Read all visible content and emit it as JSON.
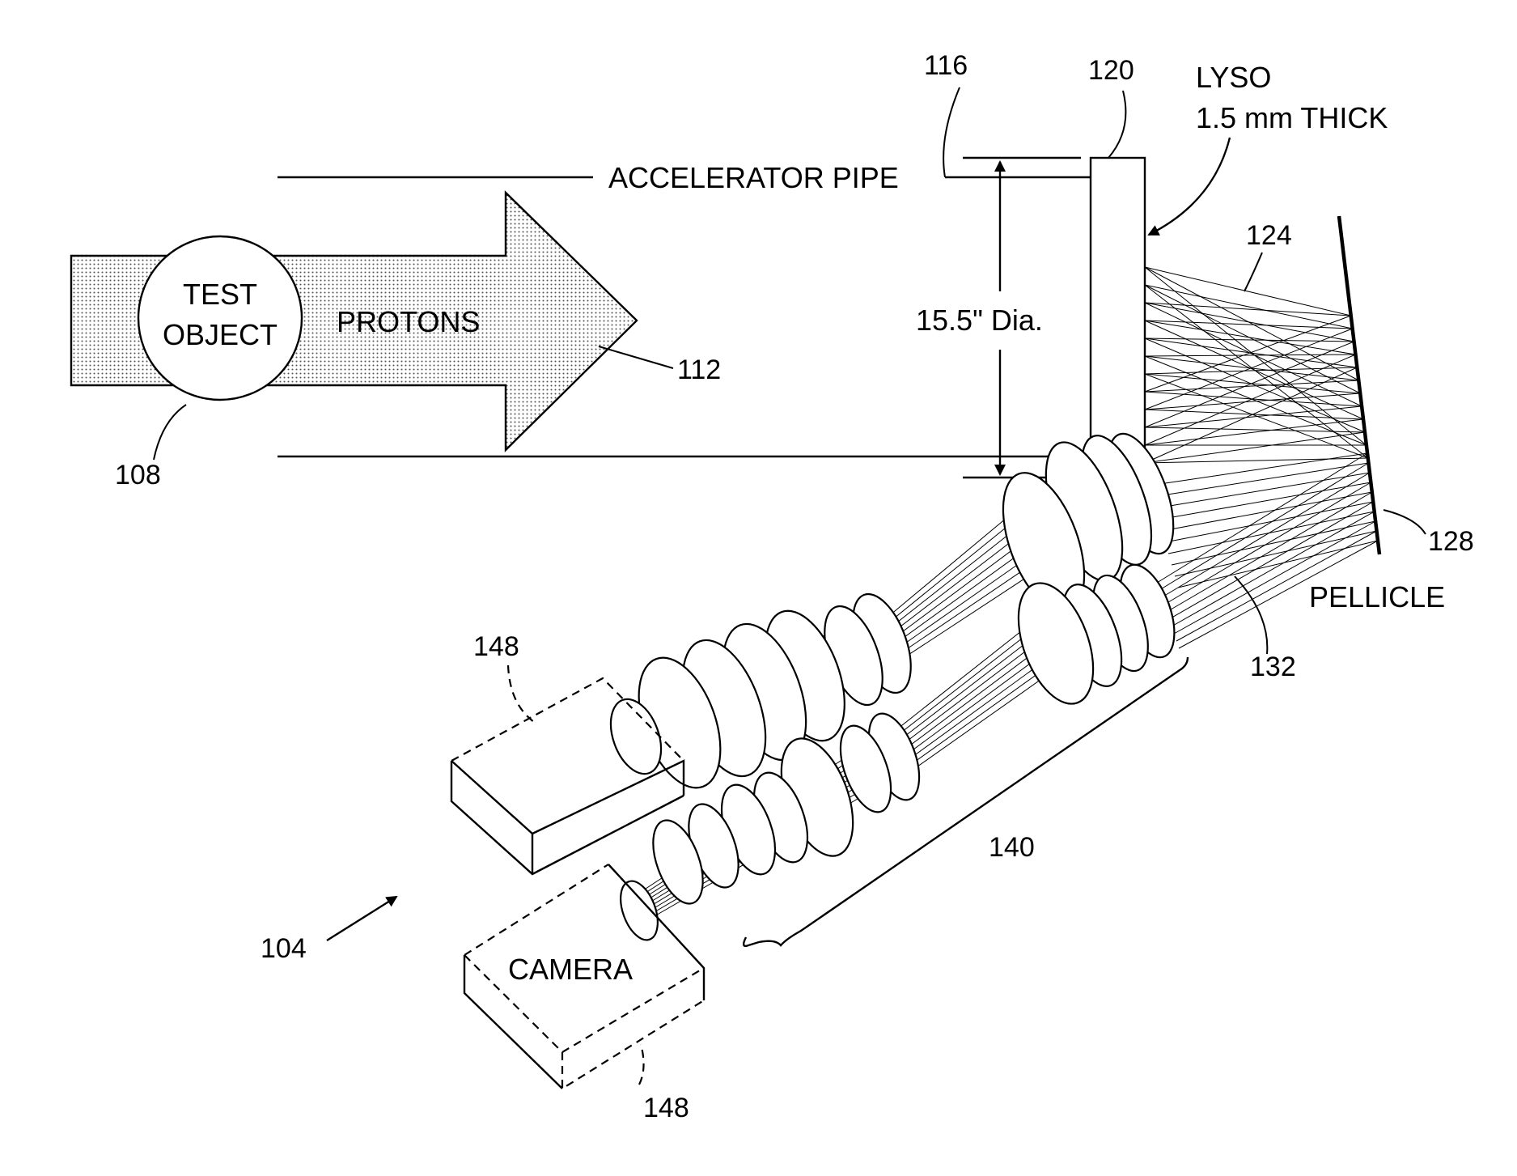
{
  "labels": {
    "accelerator_pipe": "ACCELERATOR PIPE",
    "diameter": "15.5\" Dia.",
    "lyso_line1": "LYSO",
    "lyso_line2": "1.5 mm THICK",
    "test_object_line1": "TEST",
    "test_object_line2": "OBJECT",
    "protons": "PROTONS",
    "pellicle": "PELLICLE",
    "camera": "CAMERA"
  },
  "reference_numerals": {
    "r116": "116",
    "r120": "120",
    "r124": "124",
    "r112": "112",
    "r108": "108",
    "r128": "128",
    "r132": "132",
    "r148_top": "148",
    "r148_bottom": "148",
    "r140": "140",
    "r104": "104"
  },
  "colors": {
    "line": "#000000",
    "background": "#ffffff",
    "arrow_fill": "#d6d6d6"
  }
}
